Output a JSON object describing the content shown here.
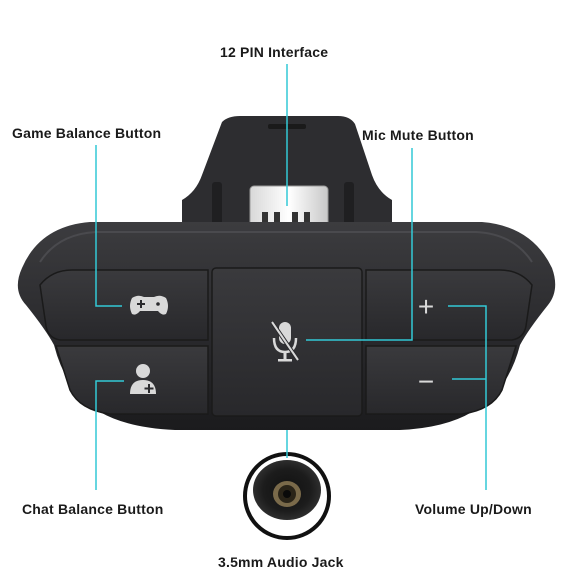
{
  "callouts": {
    "pin_interface": "12 PIN Interface",
    "game_balance": "Game Balance Button",
    "mic_mute": "Mic Mute Button",
    "chat_balance": "Chat Balance Button",
    "volume": "Volume Up/Down",
    "audio_jack": "3.5mm Audio Jack"
  },
  "buttons": {
    "volume_up_symbol": "+",
    "volume_down_symbol": "−"
  },
  "icons": {
    "game_balance": "gamepad-plus-icon",
    "chat_balance": "person-plus-icon",
    "mic_mute": "microphone-muted-icon"
  },
  "colors": {
    "callout_line": "#33c9d6",
    "device_body": "#2a2a2c",
    "label_text": "#1a1a1a",
    "background": "#ffffff"
  }
}
